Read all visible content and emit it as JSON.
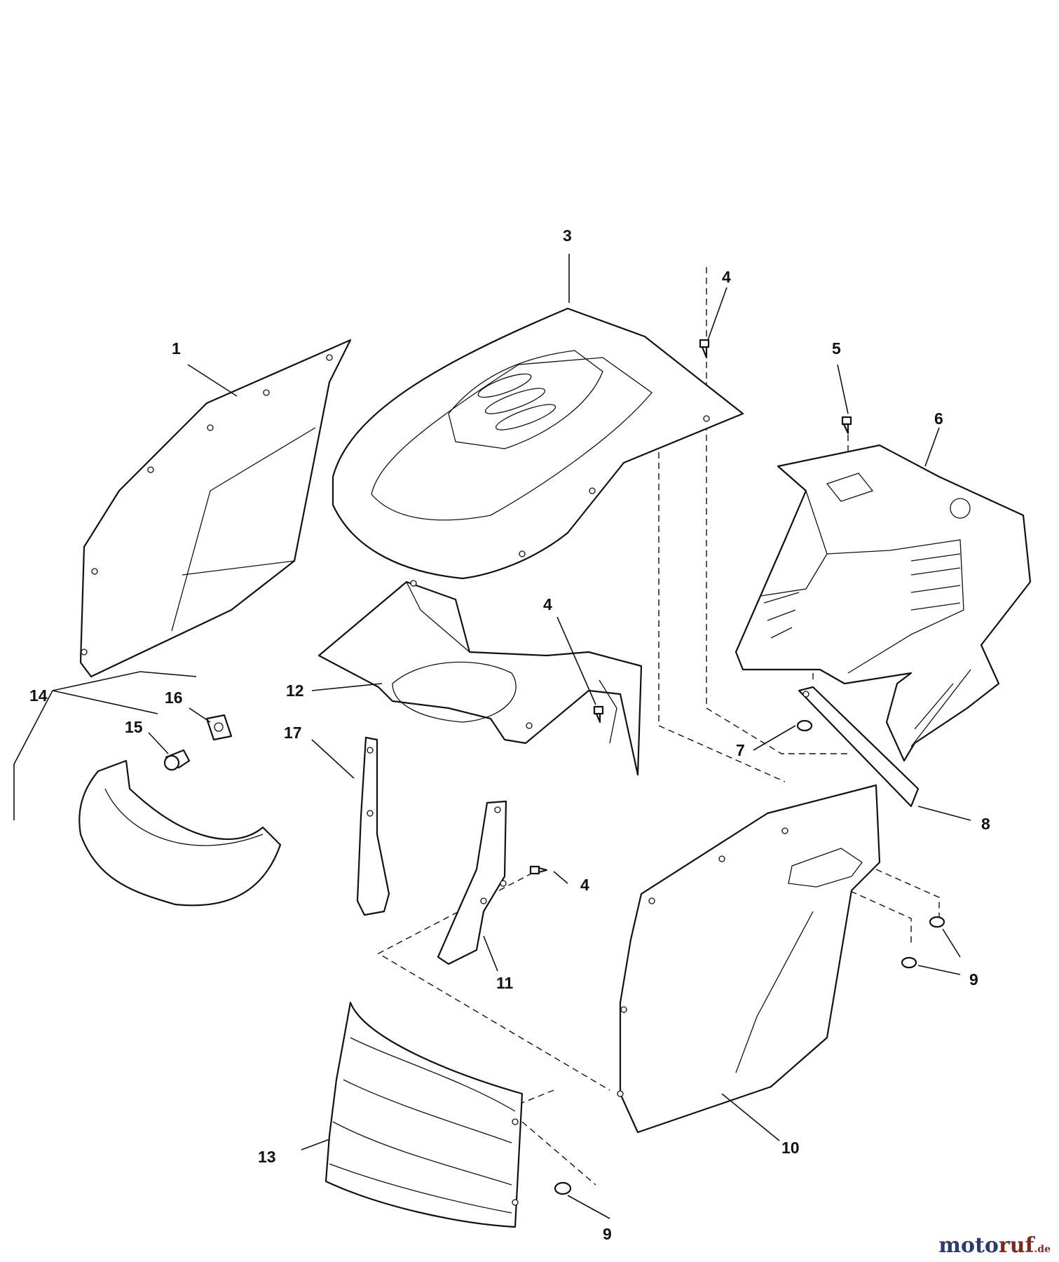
{
  "diagram": {
    "callouts": {
      "c1": "1",
      "c3": "3",
      "c4a": "4",
      "c4b": "4",
      "c4c": "4",
      "c5": "5",
      "c6": "6",
      "c7": "7",
      "c8": "8",
      "c9a": "9",
      "c9b": "9",
      "c10": "10",
      "c11": "11",
      "c12": "12",
      "c13": "13",
      "c14": "14",
      "c15": "15",
      "c16": "16",
      "c17": "17"
    }
  },
  "watermark": {
    "name_moto": "moto",
    "name_ruf": "ruf",
    "domain": ".de",
    "colors": {
      "moto": "#2a3b6e",
      "ruf": "#7a2a20",
      "dot": "#d4891d"
    }
  }
}
